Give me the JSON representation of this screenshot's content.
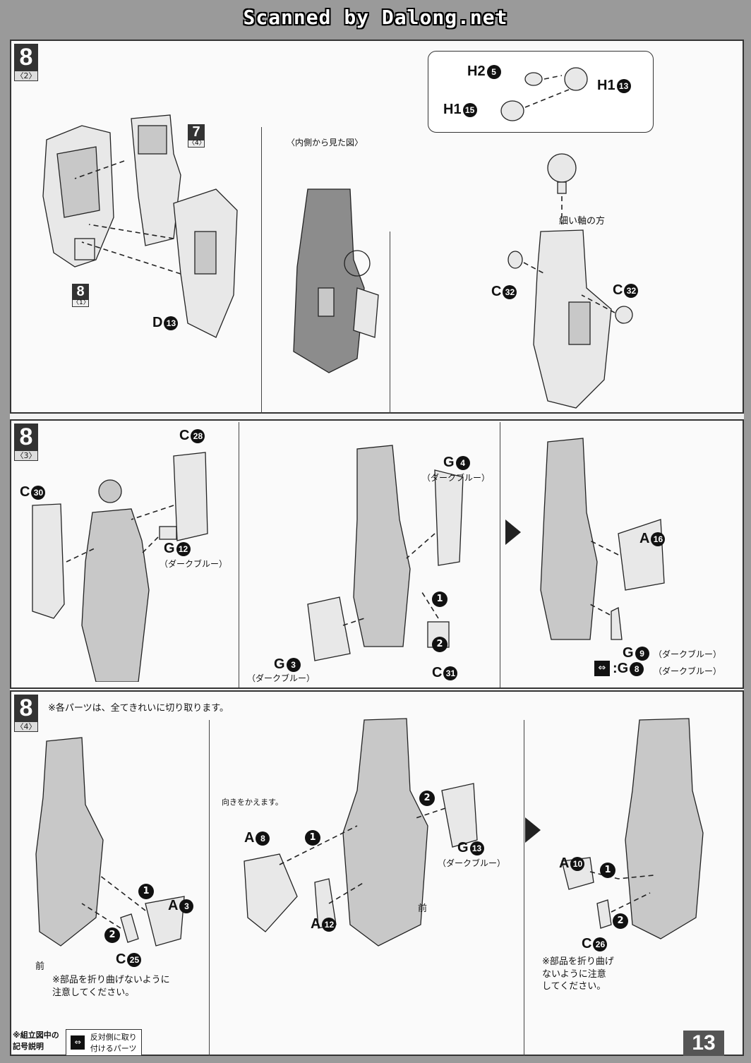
{
  "scan_credit": "Scanned by Dalong.net",
  "page_number": "13",
  "step_8_2": {
    "step": "8",
    "sub": "〈2〉",
    "ref_7": {
      "n": "7",
      "s": "〈4〉"
    },
    "ref_8": {
      "n": "8",
      "s": "〈1〉"
    },
    "inside_view": "〈内側から見た図〉",
    "d13": "D",
    "callout": {
      "h2_5": "H2",
      "h1_13": "H1",
      "h1_15": "H1"
    },
    "thin_axis": "細い軸の方",
    "c32_left": "C",
    "c32_right": "C"
  },
  "step_8_3": {
    "step": "8",
    "sub": "〈3〉",
    "c28": "C",
    "c30": "C",
    "g12": "G",
    "g12_color": "（ダークブルー）",
    "g4": "G",
    "g4_color": "（ダークブルー）",
    "g3": "G",
    "g3_color": "（ダークブルー）",
    "c31": "C",
    "a16": "A",
    "g9": "G",
    "g9_color": "（ダークブルー）",
    "g8": ":G",
    "g8_color": "（ダークブルー）"
  },
  "step_8_4": {
    "step": "8",
    "sub": "〈4〉",
    "note_cut": "※各パーツは、全てきれいに切り取ります。",
    "a3": "A",
    "c25": "C",
    "front_left": "前",
    "warn_left": "※部品を折り曲げないように\n注意してください。",
    "turn": "向きをかえます。",
    "a8": "A",
    "a12": "A",
    "g13": "G",
    "g13_color": "（ダークブルー）",
    "front_mid": "前",
    "a10": "A",
    "c26": "C",
    "warn_right": "※部品を折り曲げ\nないように注意\nしてください。"
  },
  "legend": {
    "title": "※組立図中の\n記号説明",
    "desc": "反対側に取り\n付けるパーツ"
  }
}
